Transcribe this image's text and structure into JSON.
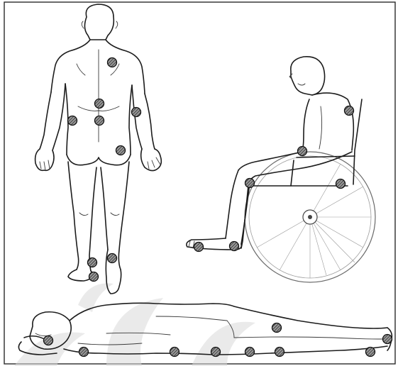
{
  "figure": {
    "kind": "illustration",
    "views": [
      "standing-back-view",
      "seated-wheelchair-view",
      "lying-prone-view"
    ],
    "marker_style": "hatched-circle",
    "marker_color": "#1c1c1c",
    "watermark_color": "#d8d8d8"
  }
}
